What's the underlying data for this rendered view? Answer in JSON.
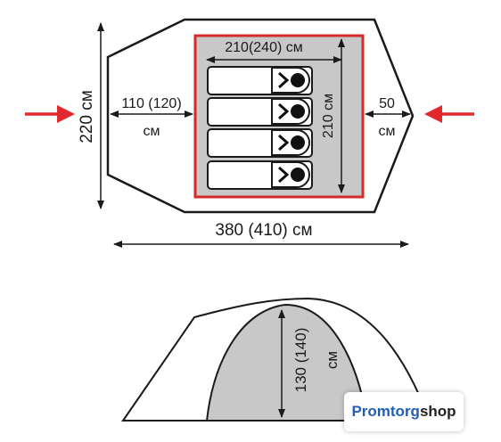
{
  "floor_plan": {
    "inner_length": "210(240) см",
    "inner_width": "210 см",
    "vestibule_front_value": "110 (120)",
    "vestibule_front_unit": "см",
    "vestibule_back_value": "50",
    "vestibule_back_unit": "см",
    "total_width": "220 см",
    "total_length": "380 (410) см",
    "sleeping_places": 4
  },
  "side_view": {
    "height": "130 (140)",
    "height_unit": "см"
  },
  "watermark": {
    "brand_part1": "Promtorg",
    "brand_part2": "shop"
  },
  "colors": {
    "outline": "#1a1a1a",
    "inner_fill": "#c8c8c8",
    "inner_border": "#d42a2a",
    "arrow_red": "#e0282e",
    "mat_fill": "#ffffff",
    "brand_blue": "#1f5fb8"
  }
}
